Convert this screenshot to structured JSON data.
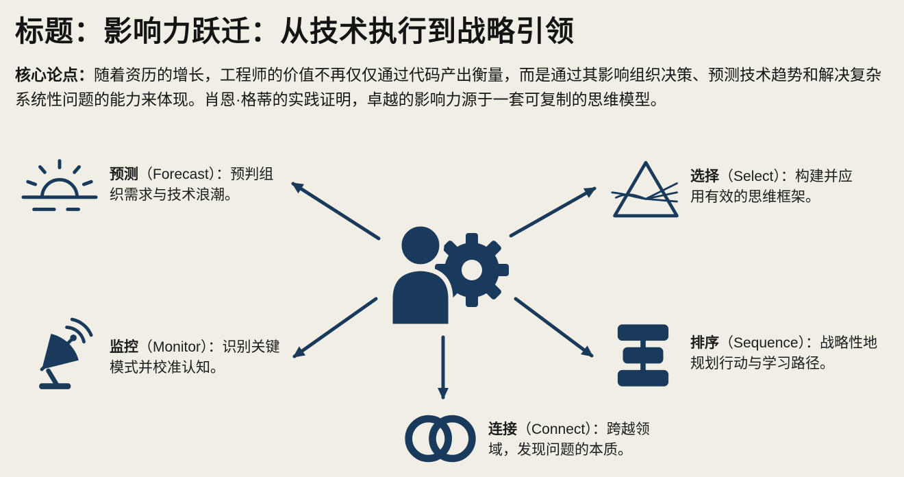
{
  "page": {
    "title": "标题：影响力跃迁：从技术执行到战略引领",
    "intro_label": "核心论点：",
    "intro_text": "随着资历的增长，工程师的价值不再仅仅通过代码产出衡量，而是通过其影响组织决策、预测技术趋势和解决复杂系统性问题的能力来体现。肖恩·格蒂的实践证明，卓越的影响力源于一套可复制的思维模型。"
  },
  "colors": {
    "background": "#f1efe5",
    "accent": "#1a3a5c",
    "text": "#141414"
  },
  "center": {
    "icon": "person-gear-icon"
  },
  "nodes": [
    {
      "id": "forecast",
      "icon": "sunrise-forecast-icon",
      "term": "预测",
      "suffix": "（Forecast）：",
      "desc": "预判组织需求与技术浪潮。"
    },
    {
      "id": "select",
      "icon": "prism-select-icon",
      "term": "选择",
      "suffix": "（Select）：",
      "desc": "构建并应用有效的思维框架。"
    },
    {
      "id": "monitor",
      "icon": "satellite-monitor-icon",
      "term": "监控",
      "suffix": "（Monitor）：",
      "desc": "识别关键模式并校准认知。"
    },
    {
      "id": "sequence",
      "icon": "stack-sequence-icon",
      "term": "排序",
      "suffix": "（Sequence）：",
      "desc": "战略性地规划行动与学习路径。"
    },
    {
      "id": "connect",
      "icon": "rings-connect-icon",
      "term": "连接",
      "suffix": "（Connect）：",
      "desc": "跨越领域，发现问题的本质。"
    }
  ]
}
